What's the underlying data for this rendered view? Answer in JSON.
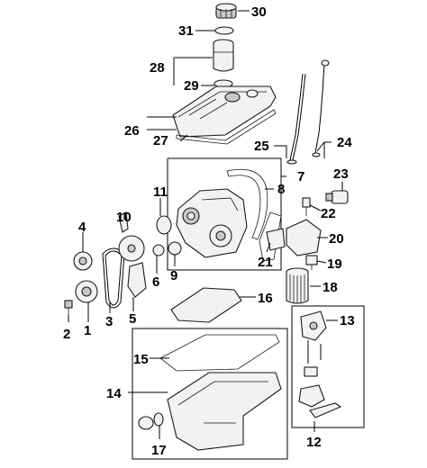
{
  "callouts": {
    "c1": "1",
    "c2": "2",
    "c3": "3",
    "c4": "4",
    "c5": "5",
    "c6": "6",
    "c7": "7",
    "c8": "8",
    "c9": "9",
    "c10": "10",
    "c11": "11",
    "c12": "12",
    "c13": "13",
    "c14": "14",
    "c15": "15",
    "c16": "16",
    "c17": "17",
    "c18": "18",
    "c19": "19",
    "c20": "20",
    "c21": "21",
    "c22": "22",
    "c23": "23",
    "c24": "24",
    "c25": "25",
    "c26": "26",
    "c27": "27",
    "c28": "28",
    "c29": "29",
    "c30": "30",
    "c31": "31"
  },
  "colors": {
    "ink": "#000000",
    "part_fill": "#f2f2f2",
    "part_shade": "#c8c8c8",
    "background": "#ffffff"
  }
}
